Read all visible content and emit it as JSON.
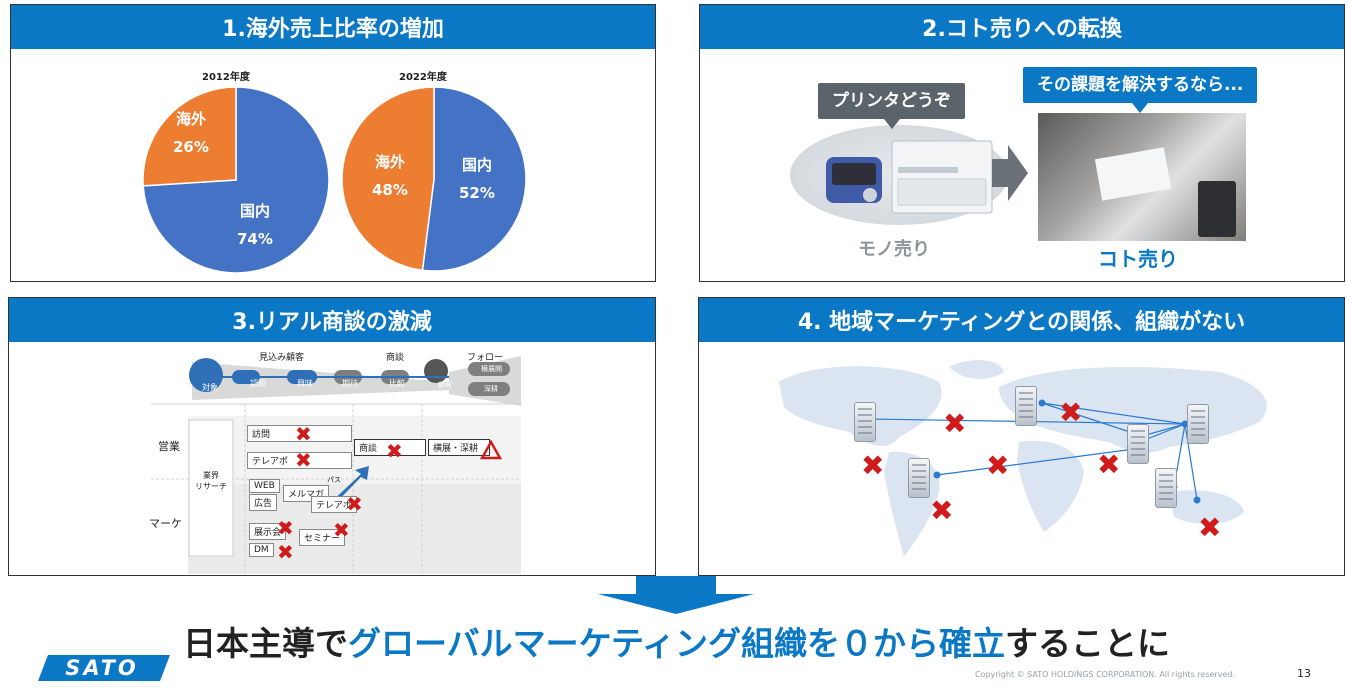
{
  "panel1": {
    "title": "1.海外売上比率の増加",
    "charts": [
      {
        "year": "2012年度",
        "slices": [
          {
            "label": "国内",
            "pct": "74%",
            "value": 74,
            "color": "#4472c4"
          },
          {
            "label": "海外",
            "pct": "26%",
            "value": 26,
            "color": "#ed7d31"
          }
        ]
      },
      {
        "year": "2022年度",
        "slices": [
          {
            "label": "国内",
            "pct": "52%",
            "value": 52,
            "color": "#4472c4"
          },
          {
            "label": "海外",
            "pct": "48%",
            "value": 48,
            "color": "#ed7d31"
          }
        ]
      }
    ]
  },
  "panel2": {
    "title": "2.コト売りへの転換",
    "callout_left": "プリンタどうぞ",
    "callout_right": "その課題を解決するなら...",
    "label_mono": "モノ売り",
    "label_koto": "コト売り"
  },
  "panel3": {
    "title": "3.リアル商談の激減",
    "stages": {
      "prospect": "見込み顧客",
      "negotiation": "商談",
      "follow": "フォロー"
    },
    "flow": {
      "target": "対象",
      "aware": "認知",
      "interest": "興味",
      "expect": "期待",
      "compare": "比較",
      "customer": "顧客",
      "expand": "横展開",
      "deepen": "深耕"
    },
    "rows": {
      "sales": "営業",
      "marketing": "マーケ"
    },
    "research": "業界\nリサーチ",
    "items": {
      "visit": "訪問",
      "teleapo1": "テレアポ",
      "web": "WEB",
      "ad": "広告",
      "mailmag": "メルマガ",
      "pass": "パス",
      "teleapo2": "テレアポ",
      "shodan": "商談",
      "yokotenkai": "横展・深耕",
      "expo": "展示会",
      "seminar": "セミナー",
      "dm": "DM"
    }
  },
  "panel4": {
    "title": "4. 地域マーケティングとの関係、組織がない"
  },
  "conclusion": {
    "part1": "日本主導で",
    "part2": "グローバルマーケティング組織を０から確立",
    "part3": "することに",
    "highlight_color": "#0b78c6"
  },
  "footer": {
    "logo": "SATO",
    "copyright": "Copyright © SATO HOLDINGS CORPORATION. All rights reserved.",
    "page": "13"
  }
}
